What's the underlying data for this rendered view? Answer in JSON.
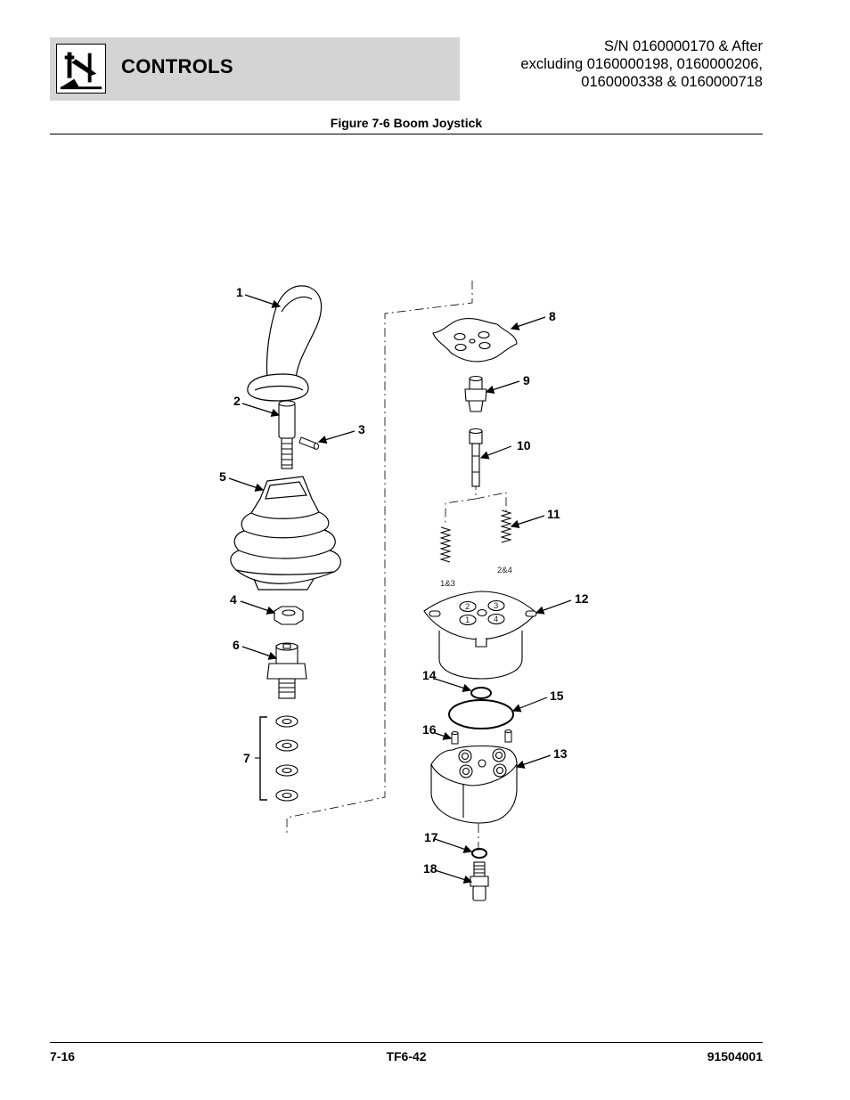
{
  "header": {
    "section_title": "CONTROLS",
    "serial_lines": [
      "S/N 0160000170 & After",
      "excluding 0160000198, 0160000206,",
      "0160000338 & 0160000718"
    ],
    "logo_icon": "controls-lever-icon"
  },
  "figure": {
    "title": "Figure 7-6 Boom Joystick",
    "callouts": [
      "1",
      "2",
      "3",
      "4",
      "5",
      "6",
      "7",
      "8",
      "9",
      "10",
      "11",
      "12",
      "13",
      "14",
      "15",
      "16",
      "17",
      "18"
    ],
    "spring_labels": [
      "1&3",
      "2&4"
    ],
    "port_numbers": [
      "1",
      "2",
      "3",
      "4"
    ]
  },
  "footer": {
    "page": "7-16",
    "model": "TF6-42",
    "doc_number": "91504001"
  }
}
